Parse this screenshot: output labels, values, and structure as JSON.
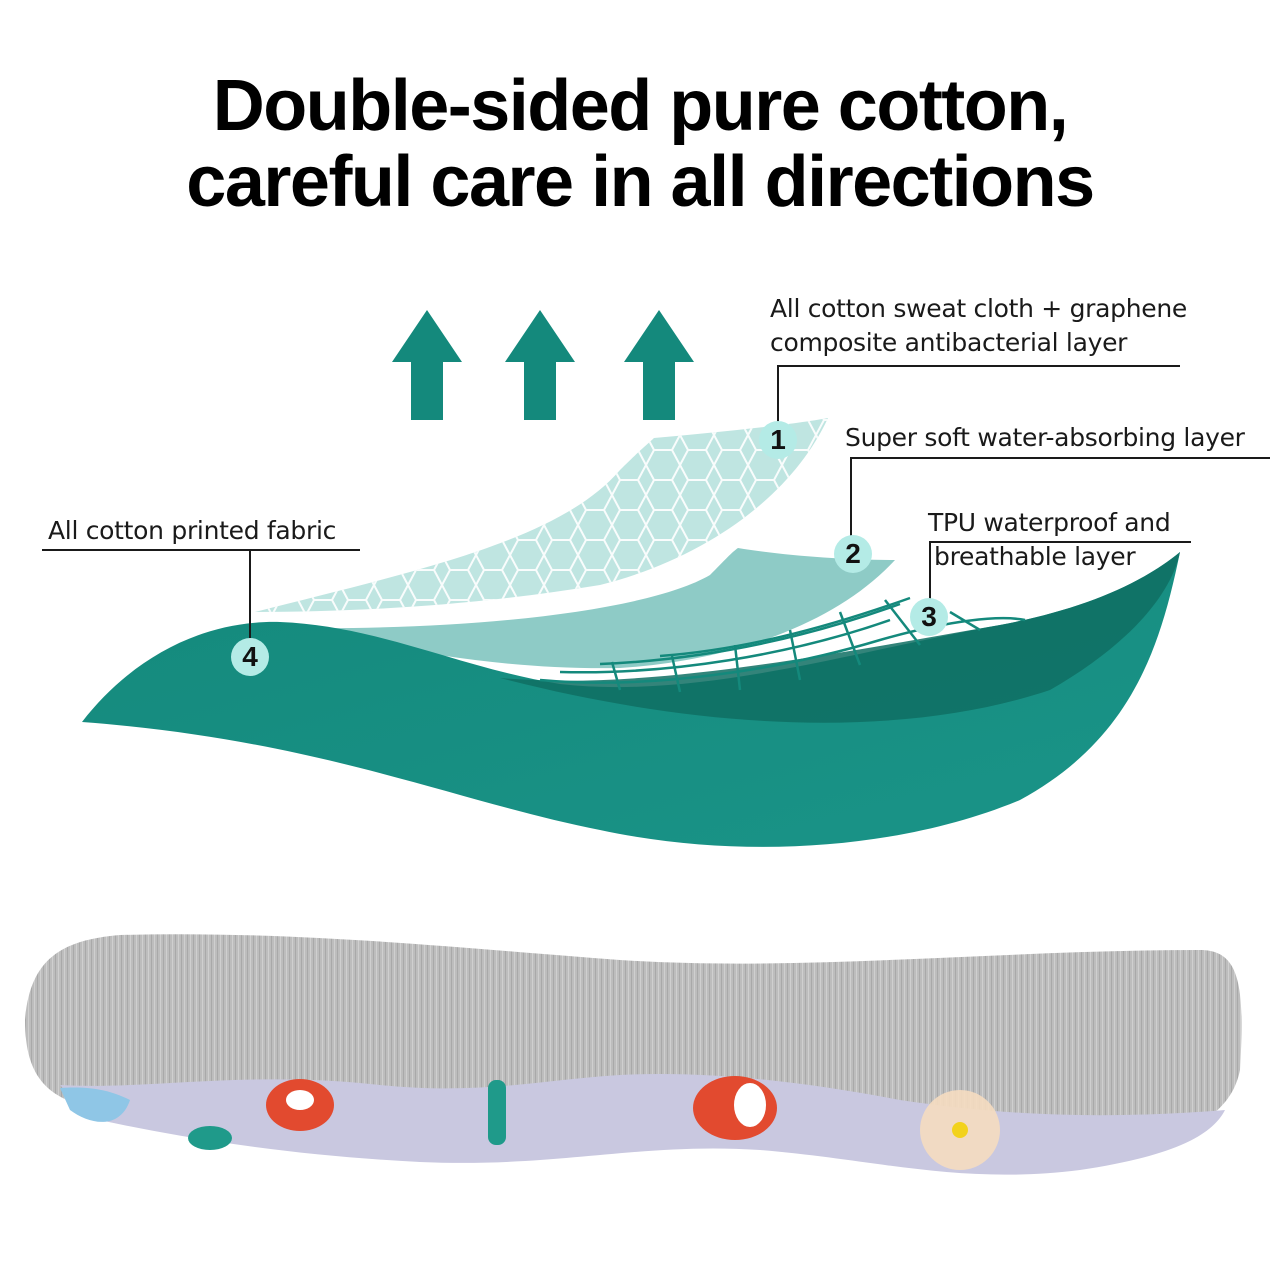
{
  "headline": {
    "line1": "Double-sided pure cotton,",
    "line2": "careful care in all directions"
  },
  "layers": [
    {
      "number": "1",
      "label_lines": [
        "All cotton sweat cloth + graphene",
        "composite antibacterial layer"
      ]
    },
    {
      "number": "2",
      "label_lines": [
        "Super soft water-absorbing layer"
      ]
    },
    {
      "number": "3",
      "label_lines": [
        "TPU waterproof and",
        "breathable layer"
      ]
    },
    {
      "number": "4",
      "label_lines": [
        "All cotton printed fabric"
      ]
    }
  ],
  "icons": [
    "arrow-up-icon",
    "arrow-up-icon",
    "arrow-up-icon"
  ],
  "colors": {
    "teal_dark": "#0f7e72",
    "teal_main": "#14897c",
    "teal_light": "#8ecbc6",
    "honeycomb": "#bfe5e1",
    "badge": "#b4ebe6",
    "felt_gray": "#b9b9b9",
    "fabric_lavender": "#c9c8e0"
  }
}
